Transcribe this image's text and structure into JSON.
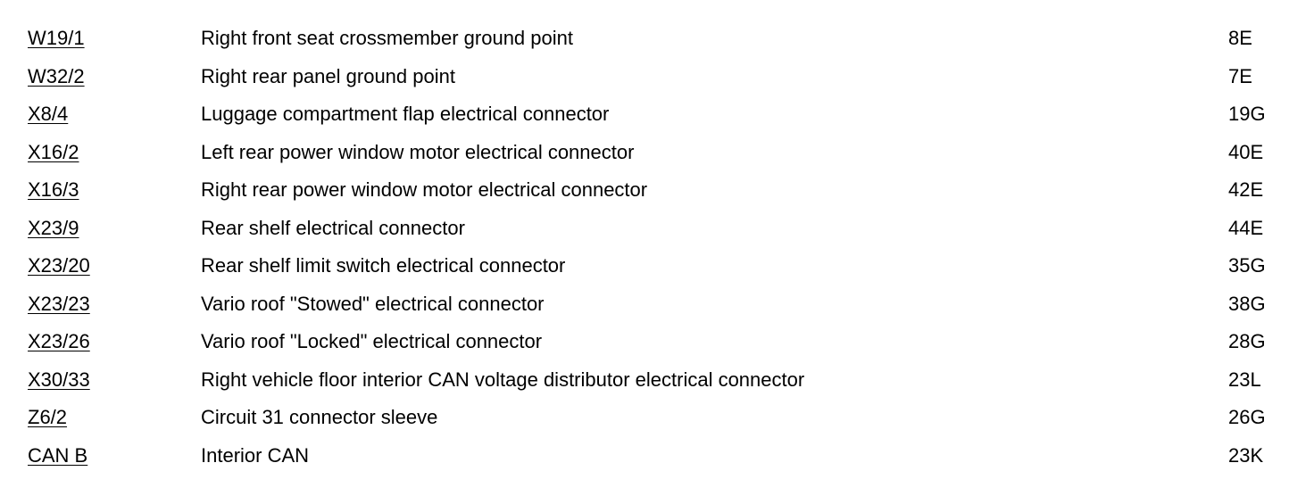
{
  "legend": {
    "rows": [
      {
        "code": "W19/1",
        "description": "Right front seat crossmember ground point",
        "location": "8E"
      },
      {
        "code": "W32/2",
        "description": "Right rear panel ground point",
        "location": "7E"
      },
      {
        "code": "X8/4",
        "description": "Luggage compartment flap electrical connector",
        "location": "19G"
      },
      {
        "code": "X16/2",
        "description": "Left rear power window motor electrical connector",
        "location": "40E"
      },
      {
        "code": "X16/3",
        "description": "Right rear power window motor electrical connector",
        "location": "42E"
      },
      {
        "code": "X23/9",
        "description": "Rear shelf electrical connector",
        "location": "44E"
      },
      {
        "code": "X23/20",
        "description": "Rear shelf limit switch electrical connector",
        "location": "35G"
      },
      {
        "code": "X23/23",
        "description": "Vario roof \"Stowed\" electrical connector",
        "location": "38G"
      },
      {
        "code": "X23/26",
        "description": "Vario roof \"Locked\" electrical connector",
        "location": "28G"
      },
      {
        "code": "X30/33",
        "description": "Right vehicle floor interior CAN voltage distributor electrical connector",
        "location": "23L"
      },
      {
        "code": "Z6/2",
        "description": "Circuit 31 connector sleeve",
        "location": "26G"
      },
      {
        "code": "CAN B",
        "description": "Interior CAN",
        "location": "23K"
      }
    ]
  }
}
